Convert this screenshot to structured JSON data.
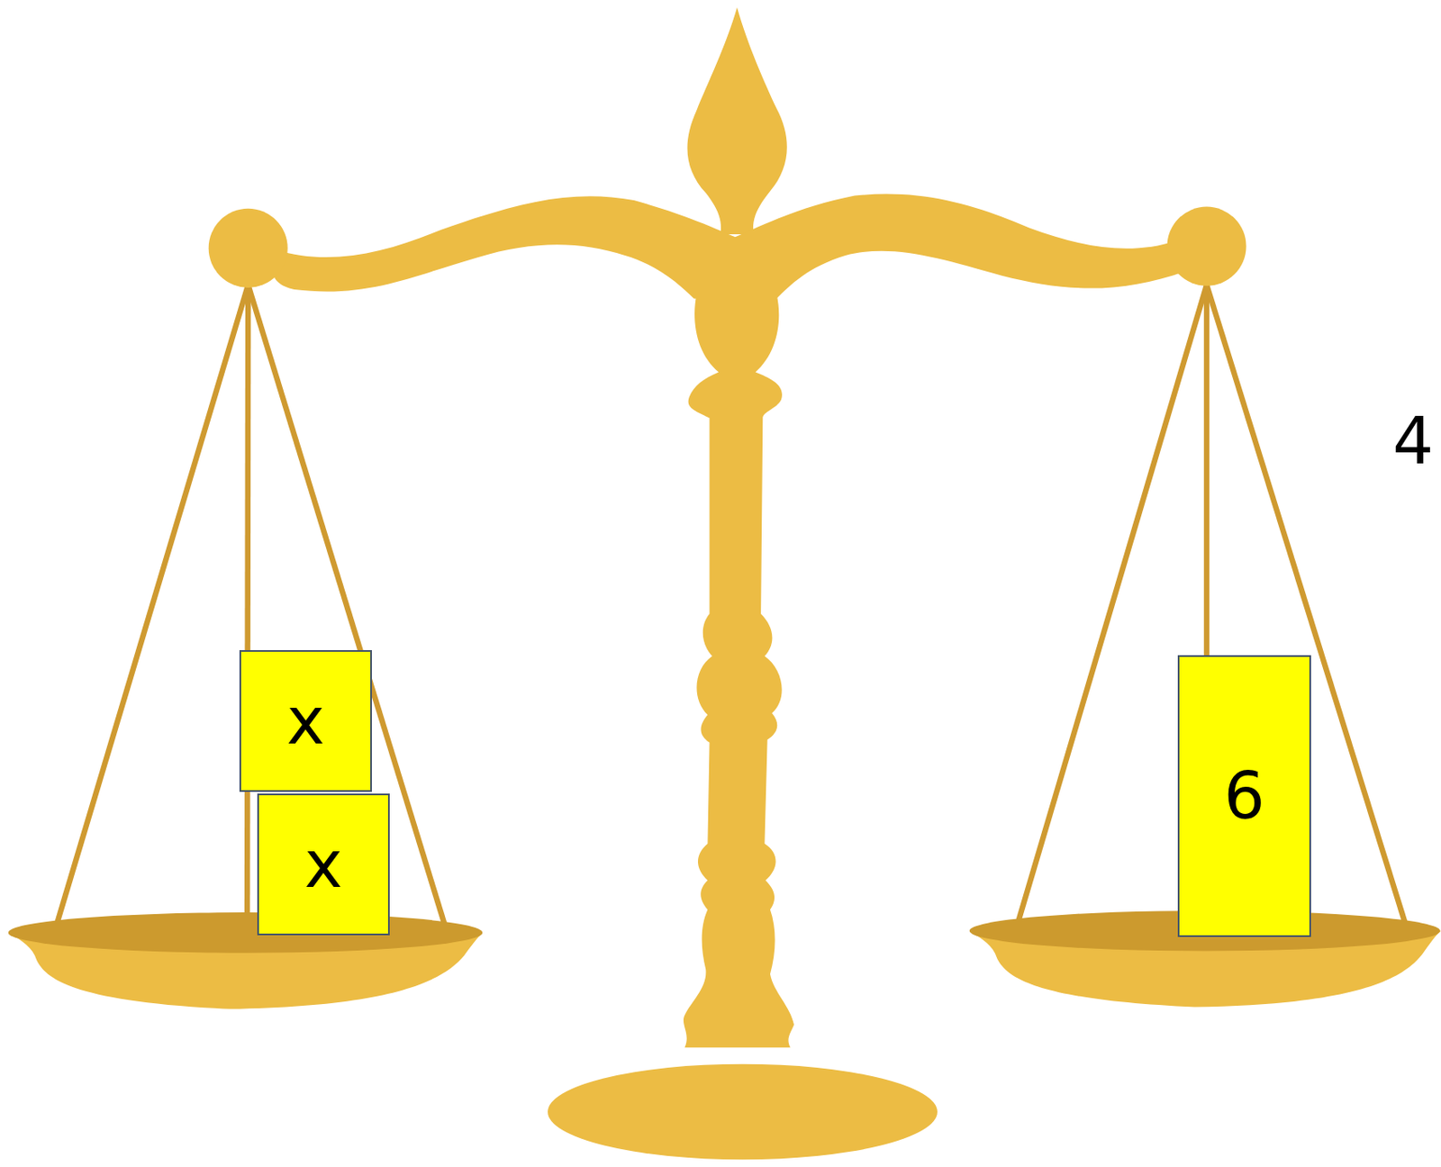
{
  "diagram": {
    "nodes": [
      {
        "text": [
          "x"
        ]
      },
      {
        "text": [
          "x"
        ]
      },
      {
        "text": [
          "6"
        ]
      }
    ],
    "labels": [
      "4"
    ]
  }
}
